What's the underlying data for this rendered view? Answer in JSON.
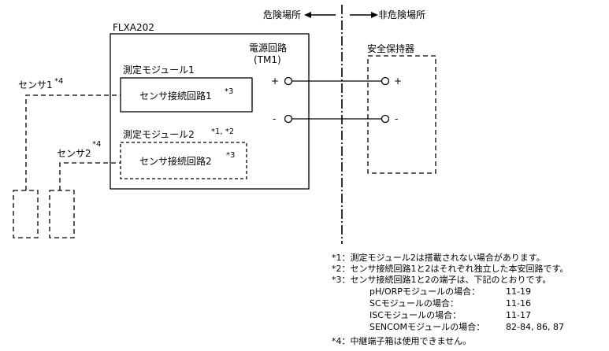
{
  "zones": {
    "hazardous": "危険場所",
    "non_hazardous": "非危険場所"
  },
  "analyzer": {
    "model": "FLXA202",
    "power_circuit_line1": "電源回路",
    "power_circuit_line2": "(TM1)",
    "plus": "+",
    "minus": "-"
  },
  "module1": {
    "label": "測定モジュール1",
    "circuit_label": "センサ接続回路1",
    "circuit_mark": "*3"
  },
  "module2": {
    "label": "測定モジュール2",
    "label_mark": "*1, *2",
    "circuit_label": "センサ接続回路2",
    "circuit_mark": "*3"
  },
  "sensors": [
    {
      "label": "センサ1",
      "mark": "*4"
    },
    {
      "label": "センサ2",
      "mark": "*4"
    }
  ],
  "barrier": {
    "label": "安全保持器",
    "plus": "+",
    "minus": "-"
  },
  "notes": {
    "n1": "*1：測定モジュール2は搭載されない場合があります。",
    "n2": "*2：センサ接続回路1と2はそれぞれ独立した本安回路です。",
    "n3": "*3：センサ接続回路1と2の端子は、下記のとおりです。",
    "terminals": [
      {
        "module": "pH/ORPモジュールの場合：",
        "terminals": "11-19"
      },
      {
        "module": "SCモジュールの場合：",
        "terminals": "11-16"
      },
      {
        "module": "ISCモジュールの場合：",
        "terminals": "11-17"
      },
      {
        "module": "SENCOMモジュールの場合：",
        "terminals": "82-84, 86, 87"
      }
    ],
    "n4": "*4：中継端子箱は使用できません。"
  }
}
